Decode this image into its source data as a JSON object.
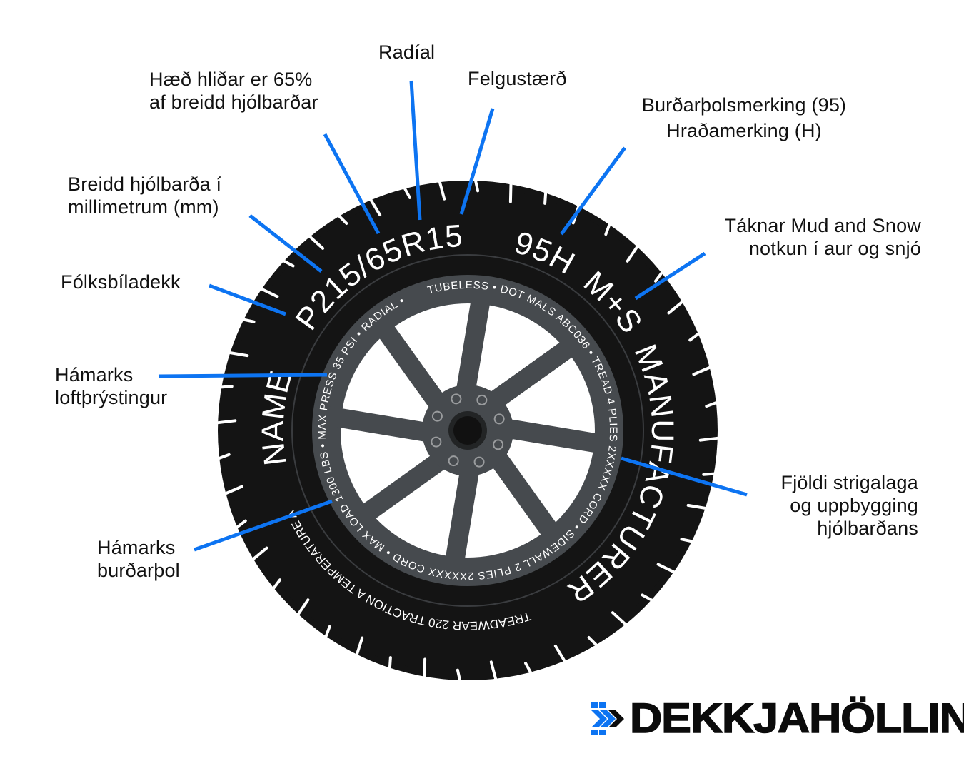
{
  "labels": {
    "radial": [
      "Radíal"
    ],
    "aspect_ratio": [
      "Hæð hliðar er 65%",
      "af breidd hjólbarðar"
    ],
    "rim_size": [
      "Felgustærð"
    ],
    "load_speed": [
      "Burðarþolsmerking (95)",
      "Hraðamerking (H)"
    ],
    "mud_snow": [
      "Táknar Mud and Snow",
      "notkun í aur og snjó"
    ],
    "width": [
      "Breidd hjólbarða í",
      "millimetrum (mm)"
    ],
    "passenger": [
      "Fólksbíladekk"
    ],
    "max_pressure": [
      "Hámarks",
      "loftþrýstingur"
    ],
    "max_load": [
      "Hámarks",
      "burðarþol"
    ],
    "plies": [
      "Fjöldi strigalaga",
      "og uppbygging",
      "hjólbarðans"
    ]
  },
  "tire": {
    "name": "NAME",
    "size": "P215/65R15",
    "load_speed": "95H",
    "mud_snow": "M+S",
    "manufacturer": "MANUFACTURER",
    "utqg": "TREADWEAR 220 TRACTION A TEMPERATURE A",
    "rim_text": "TUBELESS • DOT MALS ABC036 • TREAD 4 PLIES 2XXXXX CORD • SIDEWALL 2 PLIES 2XXXXX CORD • MAX LOAD 1300 LBS • MAX PRESS 35 PSI • RADIAL •"
  },
  "logo": {
    "text": "DEKKJAHÖLLIN"
  },
  "colors": {
    "accent": "#0d74f2",
    "tire": "#141414",
    "rim": "#464a4e",
    "text": "#111111"
  }
}
